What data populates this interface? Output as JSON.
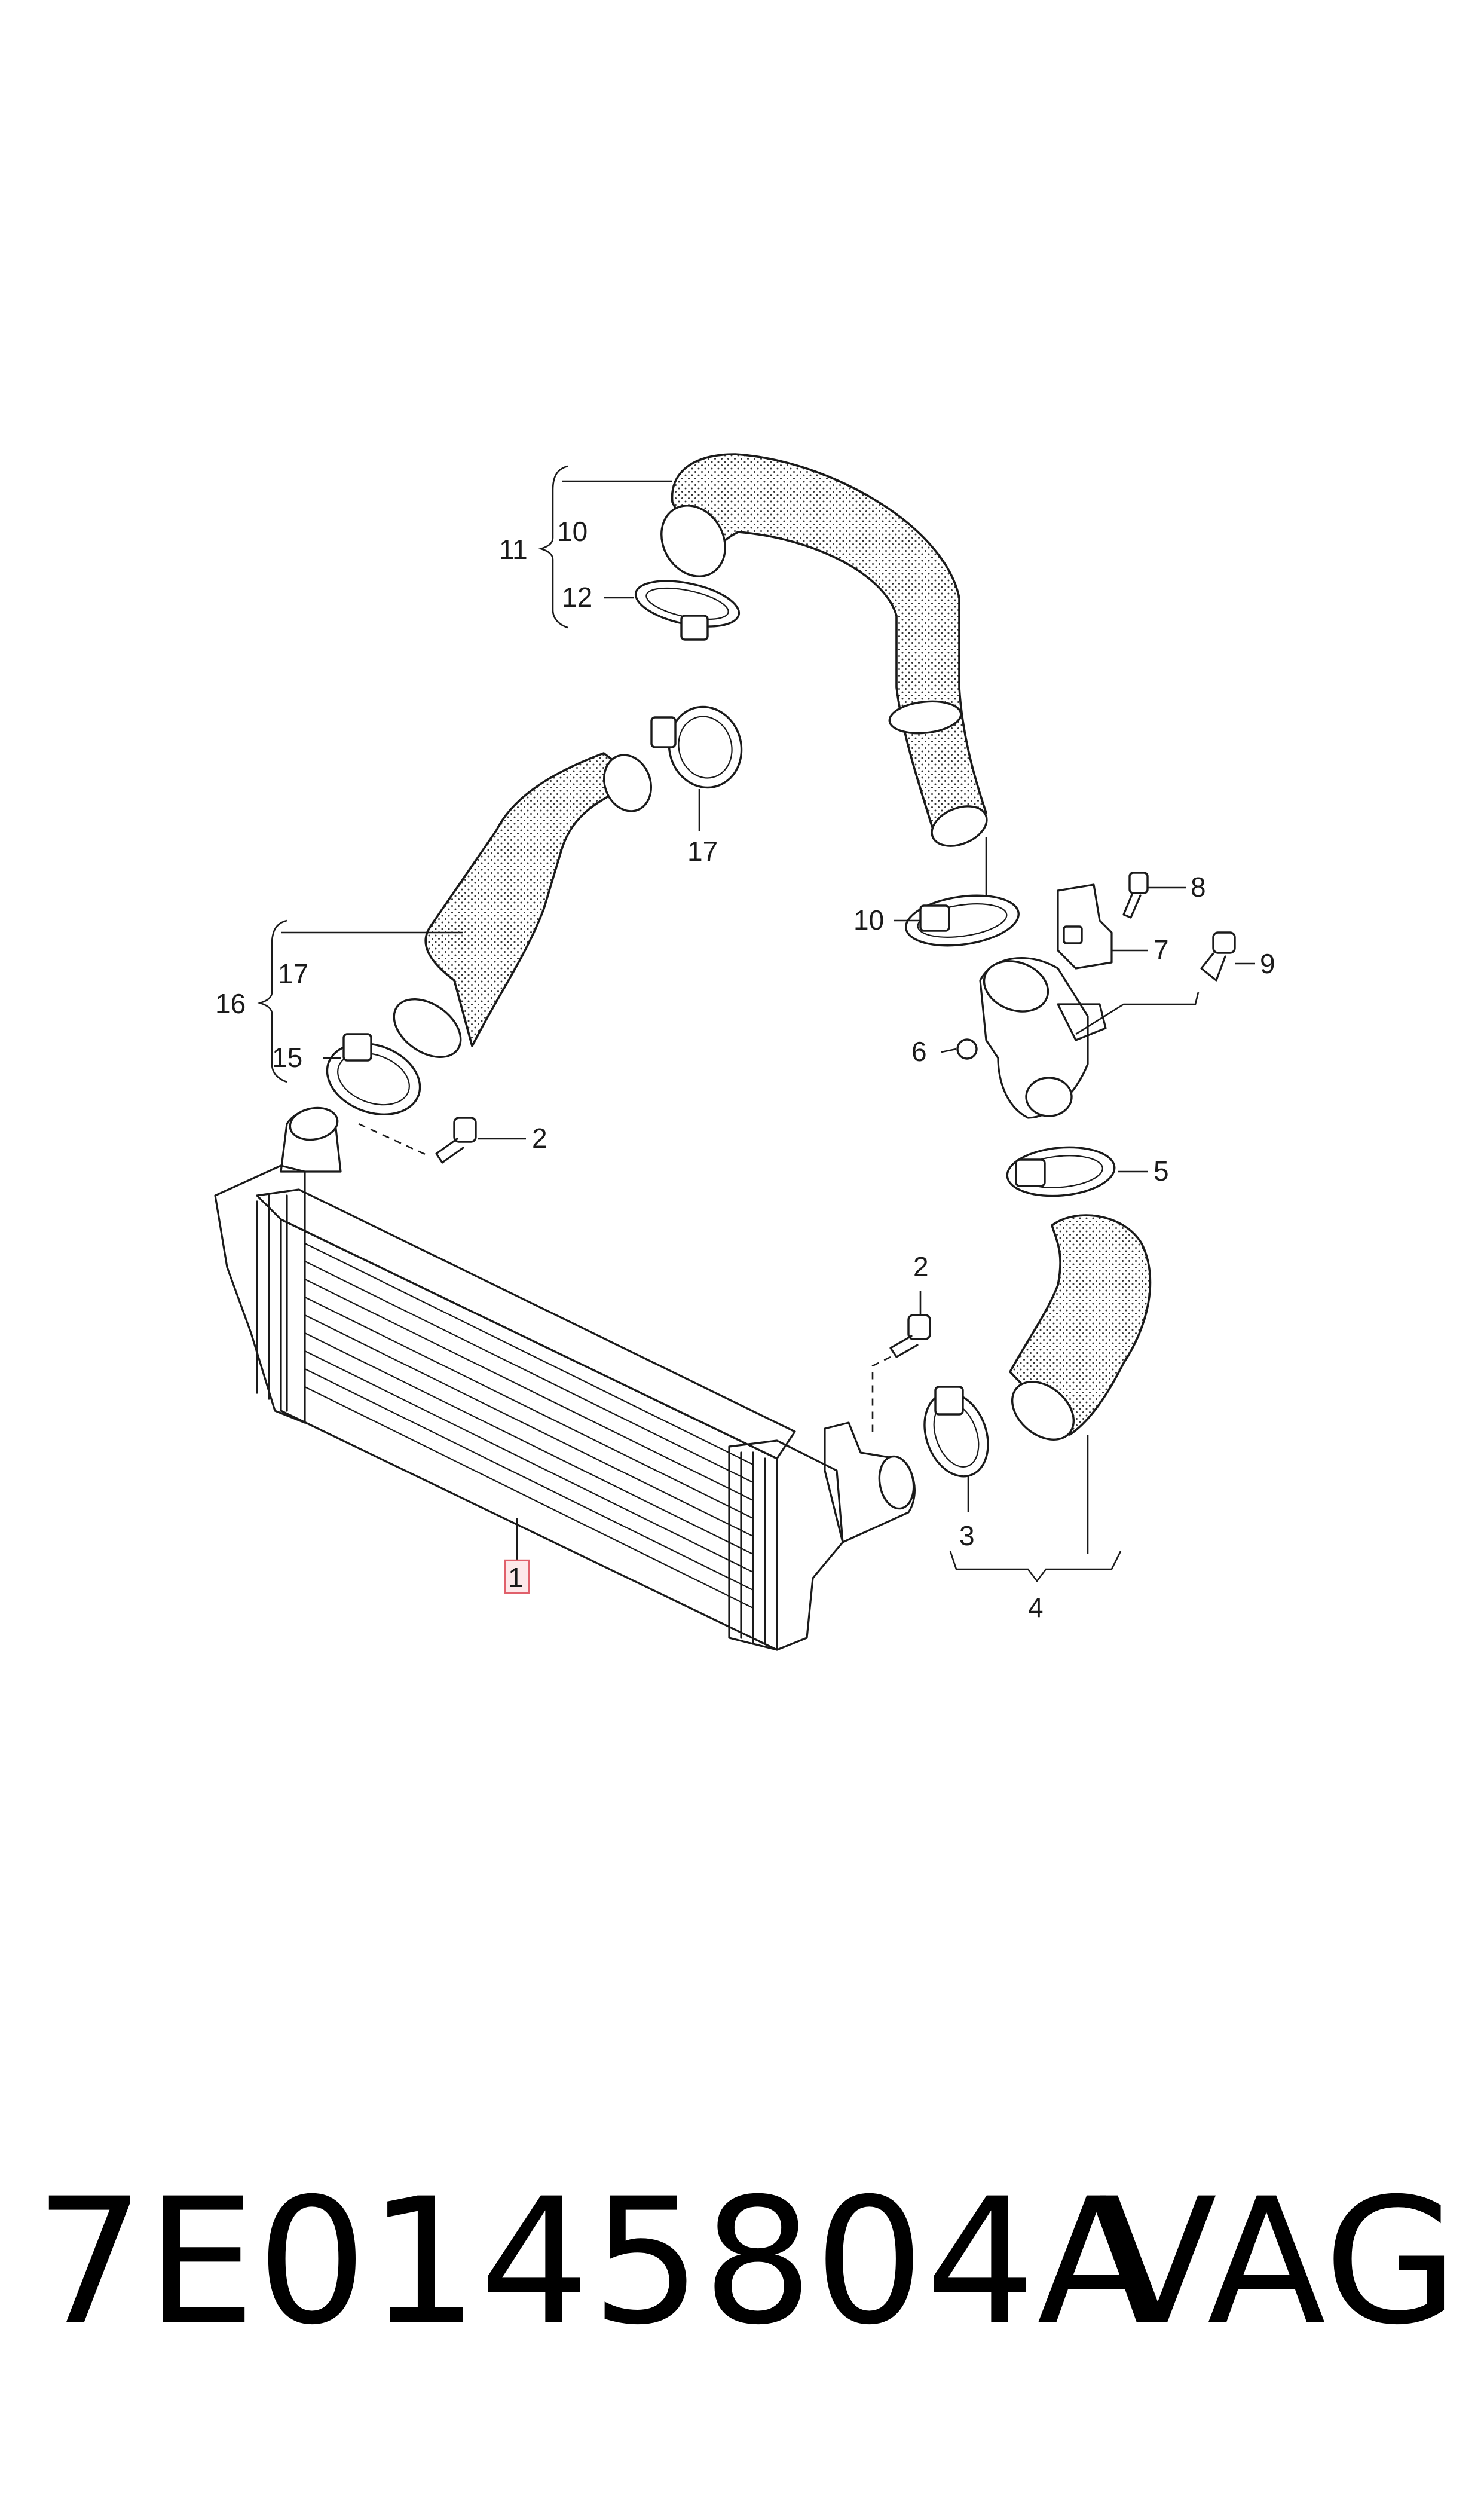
{
  "part_number": "7E0145804A",
  "brand": "VAG",
  "highlight_color": "#e0606b",
  "callouts": {
    "c1": "1",
    "c2a": "2",
    "c2b": "2",
    "c3": "3",
    "c4": "4",
    "c5": "5",
    "c6": "6",
    "c7": "7",
    "c8": "8",
    "c9": "9",
    "c10a": "10",
    "c10b": "10",
    "c11": "11",
    "c12": "12",
    "c15": "15",
    "c16": "16",
    "c17a": "17",
    "c17b": "17"
  }
}
